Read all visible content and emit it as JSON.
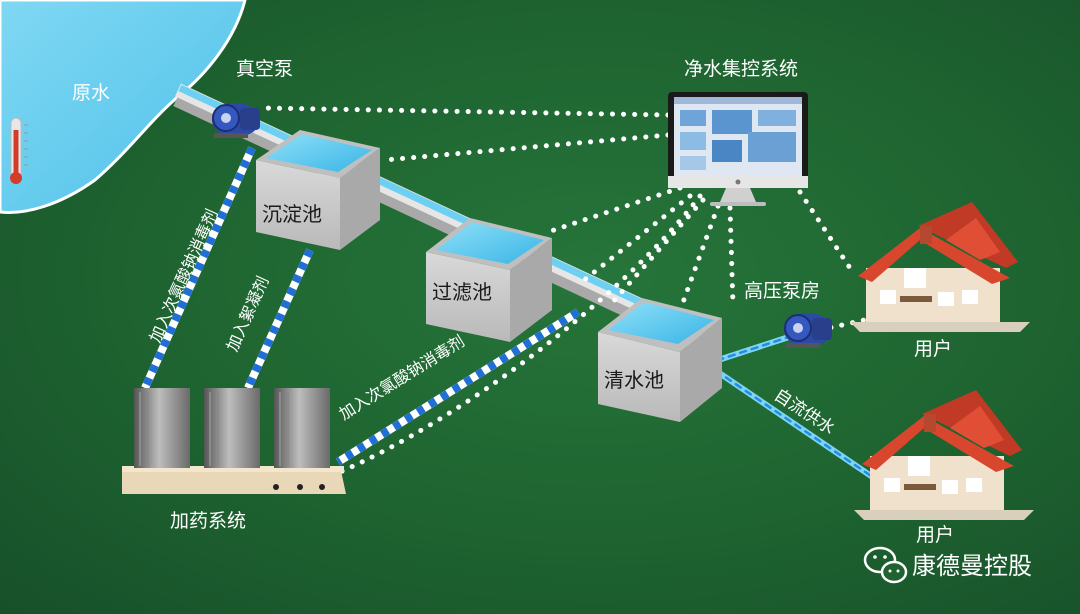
{
  "labels": {
    "raw_water": "原水",
    "vacuum_pump": "真空泵",
    "control_system": "净水集控系统",
    "sedimentation": "沉淀池",
    "filter": "过滤池",
    "clear_water": "清水池",
    "high_pressure_pump": "高压泵房",
    "user_top": "用户",
    "user_bottom": "用户",
    "gravity_supply": "自流供水",
    "dosing_system": "加药系统",
    "add_hypochlorite_1": "加入次氯酸钠消毒剂",
    "add_flocculant": "加入絮凝剂",
    "add_hypochlorite_2": "加入次氯酸钠消毒剂",
    "brand": "康德曼控股"
  },
  "colors": {
    "background": "#1e6330",
    "water": "#3fb7e8",
    "tank": "#c9c9c9",
    "pipe_blue": "#1f6fd6",
    "roof": "#d8462e"
  },
  "icons": [
    "wechat-icon",
    "house-icon",
    "pump-icon",
    "monitor-icon",
    "thermometer-icon"
  ]
}
